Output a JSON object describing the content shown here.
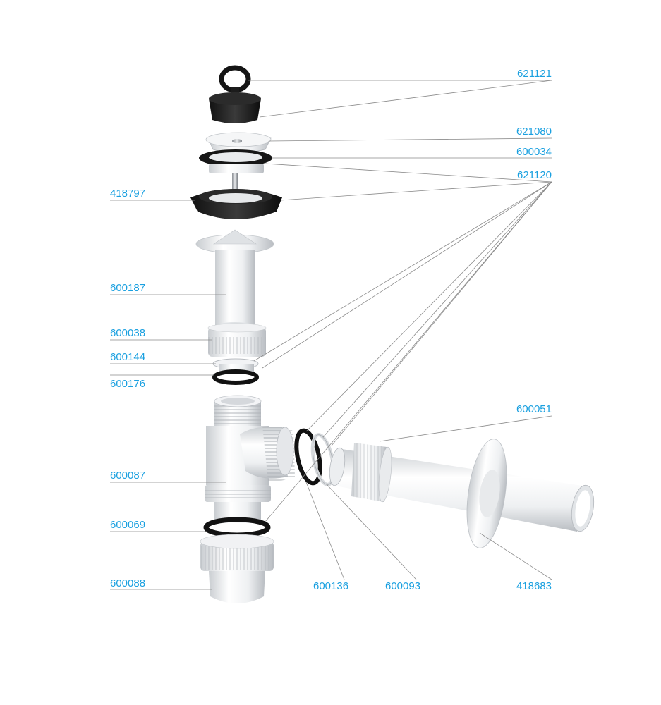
{
  "accent_color": "#1aa0e0",
  "labels": {
    "p621121": "621121",
    "p621080": "621080",
    "p600034": "600034",
    "p621120": "621120",
    "p418797": "418797",
    "p600187": "600187",
    "p600038": "600038",
    "p600144": "600144",
    "p600176": "600176",
    "p600051": "600051",
    "p600087": "600087",
    "p600069": "600069",
    "p600088": "600088",
    "p600136": "600136",
    "p600093": "600093",
    "p418683": "418683"
  }
}
